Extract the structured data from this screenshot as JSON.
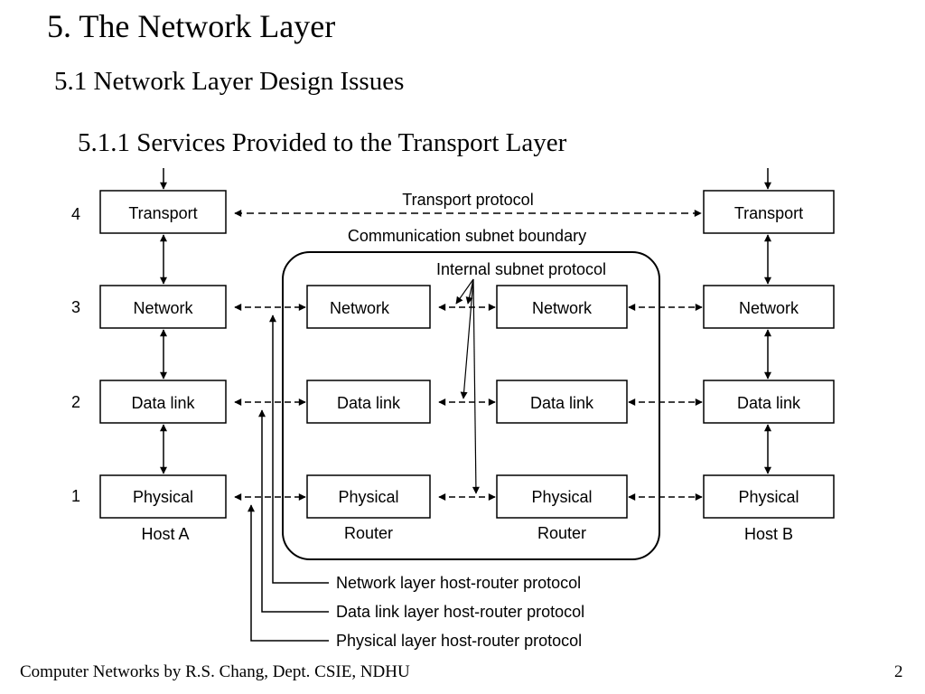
{
  "slide": {
    "title": "5. The Network Layer",
    "section": "5.1 Network Layer Design Issues",
    "subsection": "5.1.1 Services Provided to the Transport Layer",
    "footer": "Computer Networks by R.S. Chang, Dept. CSIE, NDHU",
    "page_number": "2"
  },
  "diagram": {
    "layer_numbers": [
      "4",
      "3",
      "2",
      "1"
    ],
    "host_a": {
      "caption": "Host A",
      "layers": [
        "Transport",
        "Network",
        "Data link",
        "Physical"
      ]
    },
    "host_b": {
      "caption": "Host B",
      "layers": [
        "Transport",
        "Network",
        "Data link",
        "Physical"
      ]
    },
    "router_1": {
      "caption": "Router",
      "layers": [
        "Network",
        "Data link",
        "Physical"
      ]
    },
    "router_2": {
      "caption": "Router",
      "layers": [
        "Network",
        "Data link",
        "Physical"
      ]
    },
    "labels": {
      "transport_protocol": "Transport protocol",
      "subnet_boundary": "Communication subnet boundary",
      "internal_subnet_protocol": "Internal subnet protocol",
      "network_host_router": "Network layer host-router protocol",
      "datalink_host_router": "Data link layer host-router protocol",
      "physical_host_router": "Physical layer host-router protocol"
    },
    "colors": {
      "line": "#000000",
      "box_fill": "#ffffff"
    }
  }
}
